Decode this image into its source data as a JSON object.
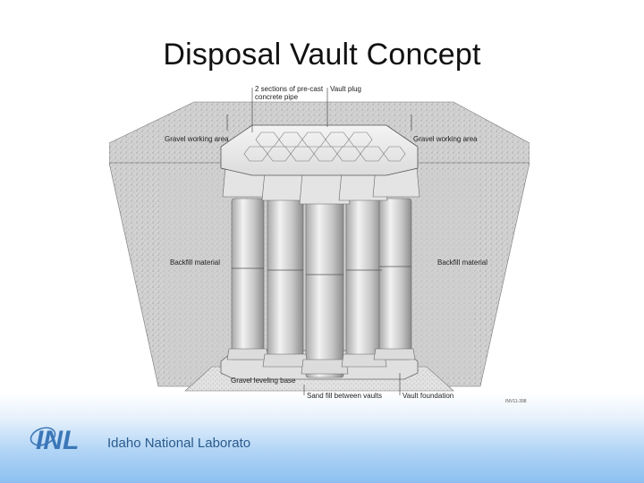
{
  "slide": {
    "title": "Disposal Vault Concept"
  },
  "diagram": {
    "labels": {
      "pipe_sections": "2 sections of pre-cast concrete pipe",
      "vault_plug": "Vault plug",
      "gravel_left": "Gravel working area",
      "gravel_right": "Gravel working area",
      "backfill_left": "Backfill material",
      "backfill_right": "Backfill material",
      "leveling_base": "Gravel leveling base",
      "sand_fill": "Sand fill between vaults",
      "vault_foundation": "Vault foundation",
      "figure_id": "INV11-398"
    },
    "colors": {
      "gravel": "#c9c9c9",
      "backfill": "#d4d4d4",
      "pipe_light": "#e8e8e8",
      "pipe_dark": "#9a9a9a"
    }
  },
  "footer": {
    "logo_mark": "INL",
    "logo_text": "Idaho National Laboratory",
    "band_color": "#8cc0f0"
  }
}
